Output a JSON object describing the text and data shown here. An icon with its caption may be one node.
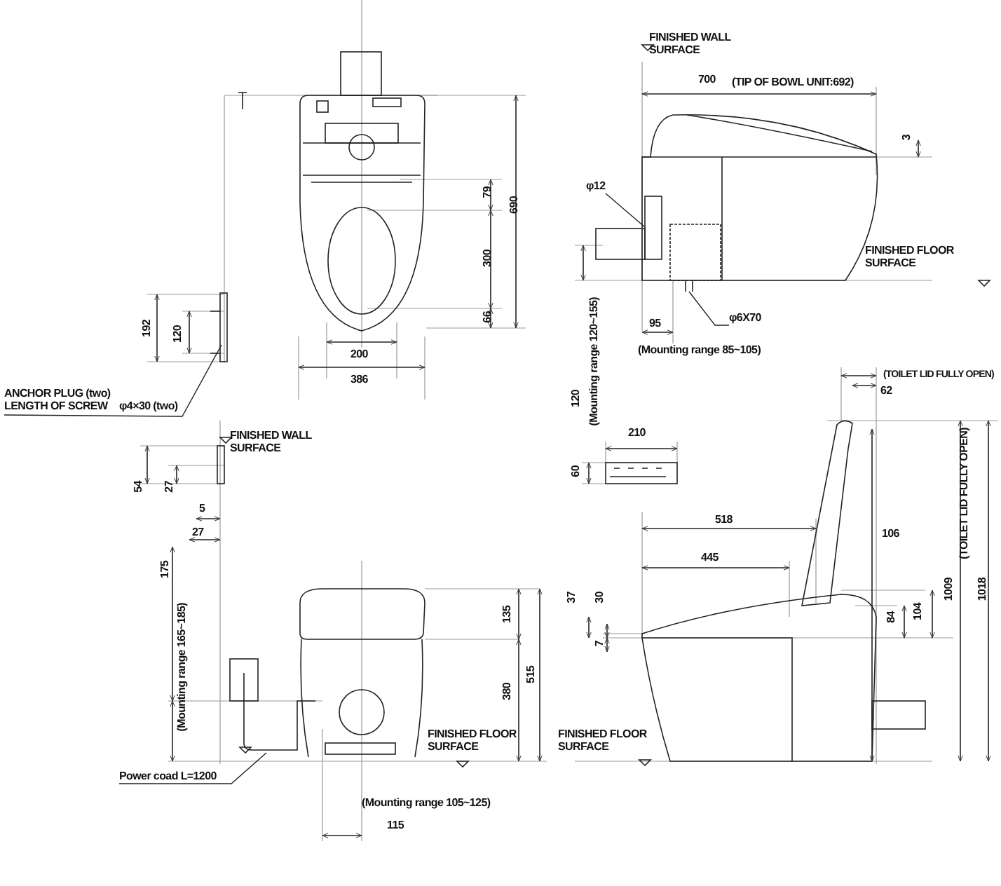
{
  "diagram": {
    "nodes": [
      {
        "text": [
          "ANCHOR PLUG (two) LENGTH OF SCREW",
          "φ4×30 (two)"
        ]
      },
      {
        "text": [
          "φ12"
        ]
      },
      {
        "text": [
          "φ6X70"
        ]
      },
      {
        "text": [
          "Power coad L=1200"
        ]
      },
      {
        "text": [],
        "shape": "picture"
      }
    ],
    "edges": [
      {
        "from": 0,
        "to": null,
        "arrow": "none"
      },
      {
        "from": 1,
        "to": null,
        "arrow": "none"
      },
      {
        "from": 2,
        "to": 4,
        "arrow": "none"
      },
      {
        "from": 3,
        "to": null,
        "arrow": "none"
      }
    ],
    "labels": [
      "79",
      "690",
      "300",
      "66",
      "200",
      "386",
      "192",
      "120",
      "FINISHED WALL SURFACE",
      "700",
      "(TIP OF BOWL UNIT:692)",
      "3",
      "FINISHED FLOOR SURFACE",
      "95",
      "(Mounting range 85~105)",
      "(Mounting range 120~155)",
      "120",
      "(TOILET LID FULLY OPEN)",
      "62",
      "210",
      "60",
      "518",
      "445",
      "106",
      "(TOILET LID FULLY OPEN)",
      "1009",
      "1018",
      "37",
      "30",
      "7",
      "84",
      "104",
      "FINISHED FLOOR SURFACE",
      "FINISHED WALL SURFACE",
      "54",
      "27",
      "5",
      "27",
      "175",
      "(Mounting range 165~185)",
      "135",
      "515",
      "380",
      "FINISHED FLOOR SURFACE",
      "(Mounting range 105~125)",
      "115"
    ]
  }
}
